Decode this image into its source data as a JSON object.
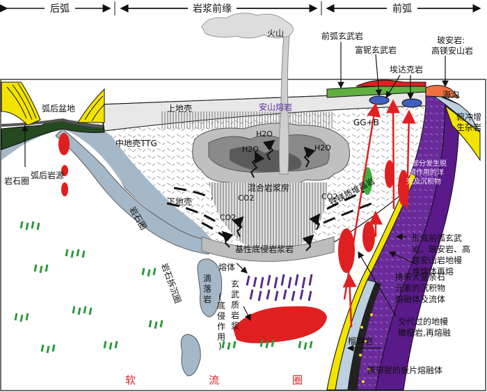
{
  "regions": {
    "back_arc": "后弧",
    "magmatic_front": "岩浆前缘",
    "fore_arc": "前弧"
  },
  "labels": {
    "volcano": "火山",
    "forearc_basalt": "前弧玄武岩",
    "nb_rich_basalt": "富铌玄武岩",
    "adakite": "埃达克岩",
    "boninite": "玻安岩:\n高镁安山岩",
    "upper_crust": "上地壳",
    "andesite_lava": "安山熔岩",
    "trench": "海沟",
    "backarc_basin": "弧后盆地",
    "middle_crust": "中地壳TTG",
    "gg_b": "GG+B",
    "accretionary": "俯冲增\n生杂岩",
    "h2o_1": "H2O",
    "h2o_2": "H2O",
    "h2o_3": "H2O",
    "backarc_source": "弧后岩源",
    "lithosphere_left": "岩石圈",
    "mixed_magma": "混合岩浆房",
    "lithosphere_mid": "岩石圈",
    "lower_crust": "下地壳",
    "co2_1": "CO2",
    "co2_2": "CO2",
    "co2_3": "CO2",
    "mafic_cumulate": "铁镁质堆晶岩",
    "slab_text": "部分发生脱\n碳作用的洋\n壳及沉积物",
    "basal_magma": "基性底侵岩浆岩",
    "note_forearc_melts": "形成前弧玄武\n岩、玻安岩、高\n镁安山岩地幔\n难熔体再熔",
    "melt": "熔体",
    "dripping": "滴\n落\n岩",
    "lith_delam": "岩石拆沉圈",
    "basaltic_magma": "玄\n武\n质\n岩\n浆",
    "underplating": "(\n底\n侵\n作\n用\n)",
    "sediment_melts": "携带大量亲石\n元素的沉积物\n熔融体及流体",
    "metasomatized": "交代过的地幔\n橄榄岩,再熔融",
    "eclogite": "榴辉岩",
    "nb_slab_melt": "携带铌的板片熔融体",
    "asthenosphere": "软  流  圈"
  }
}
